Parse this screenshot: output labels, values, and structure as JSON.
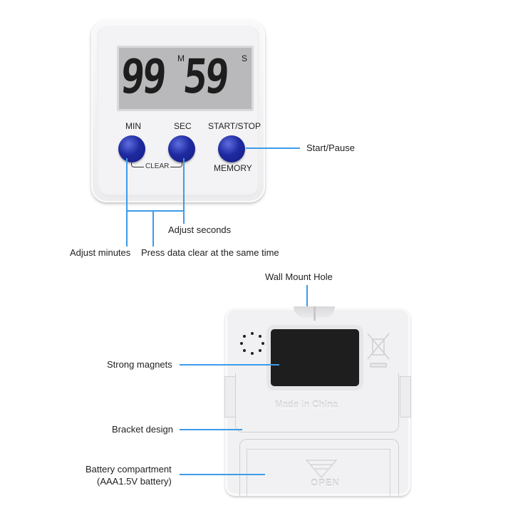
{
  "front": {
    "display": {
      "minutes": "99",
      "seconds": "59",
      "minute_unit": "M",
      "second_unit": "S"
    },
    "buttons": [
      {
        "id": "min",
        "label": "MIN"
      },
      {
        "id": "sec",
        "label": "SEC"
      },
      {
        "id": "start_stop",
        "label": "START/STOP",
        "sub_label": "MEMORY"
      }
    ],
    "clear_label": "CLEAR",
    "button_color": "#1f2aa0"
  },
  "annotations_front": {
    "start_pause": "Start/Pause",
    "adjust_seconds": "Adjust seconds",
    "adjust_minutes": "Adjust minutes",
    "press_clear": "Press data clear at the same time"
  },
  "back": {
    "made_in": "Made in China",
    "open": "OPEN"
  },
  "annotations_back": {
    "wall_mount": "Wall Mount Hole",
    "magnets": "Strong magnets",
    "bracket": "Bracket design",
    "battery_line1": "Battery compartment",
    "battery_line2": "(AAA1.5V battery)"
  },
  "colors": {
    "callout_line": "#3d9be9",
    "lcd": "#b9b9bb",
    "magnet": "#1e1e1e"
  }
}
